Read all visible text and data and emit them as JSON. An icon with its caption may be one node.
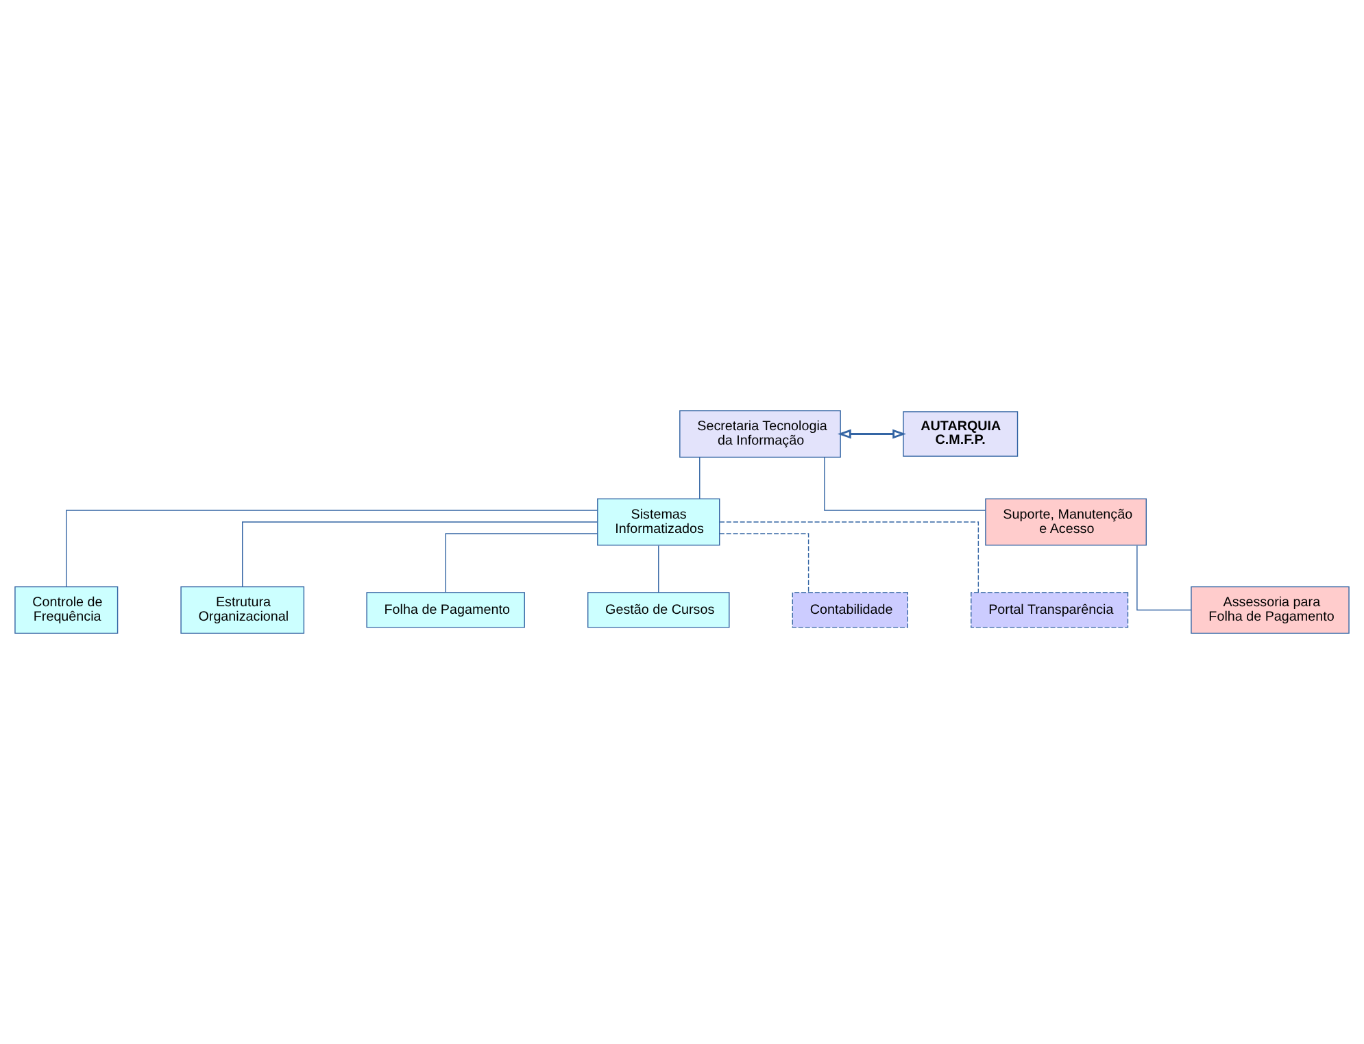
{
  "diagram": {
    "nodes": [
      {
        "text": [
          "Secretaria Tecnologia da Informação"
        ]
      },
      {
        "text": [
          "AUTARQUIA C.M.F.P."
        ]
      },
      {
        "text": [
          "Sistemas Informatizados"
        ]
      },
      {
        "text": [
          "Suporte, Manutenção e Acesso"
        ]
      },
      {
        "text": [
          "Controle de Frequência"
        ]
      },
      {
        "text": [
          "Assessoria para Folha de Pagamento"
        ]
      },
      {
        "text": [
          "Estrutura Organizacional"
        ]
      },
      {
        "text": [
          "Folha de Pagamento"
        ]
      },
      {
        "text": [
          "Gestão de Cursos"
        ]
      },
      {
        "text": [
          "Contabilidade"
        ]
      },
      {
        "text": [
          "Portal Transparência"
        ]
      }
    ],
    "edges": [
      {
        "from": 0,
        "to": 1,
        "arrow": "both"
      },
      {
        "from": 0,
        "to": 2,
        "arrow": "none"
      },
      {
        "from": 0,
        "to": 3,
        "arrow": "none"
      },
      {
        "from": 2,
        "to": 4,
        "arrow": "none"
      },
      {
        "from": 2,
        "to": 6,
        "arrow": "none"
      },
      {
        "from": 2,
        "to": 7,
        "arrow": "none"
      },
      {
        "from": 2,
        "to": 8,
        "arrow": "none"
      },
      {
        "from": 3,
        "to": 5,
        "arrow": "none"
      },
      {
        "from": 2,
        "to": 9,
        "arrow": "none",
        "style": "dashed"
      },
      {
        "from": 2,
        "to": 10,
        "arrow": "none",
        "style": "dashed"
      }
    ]
  }
}
